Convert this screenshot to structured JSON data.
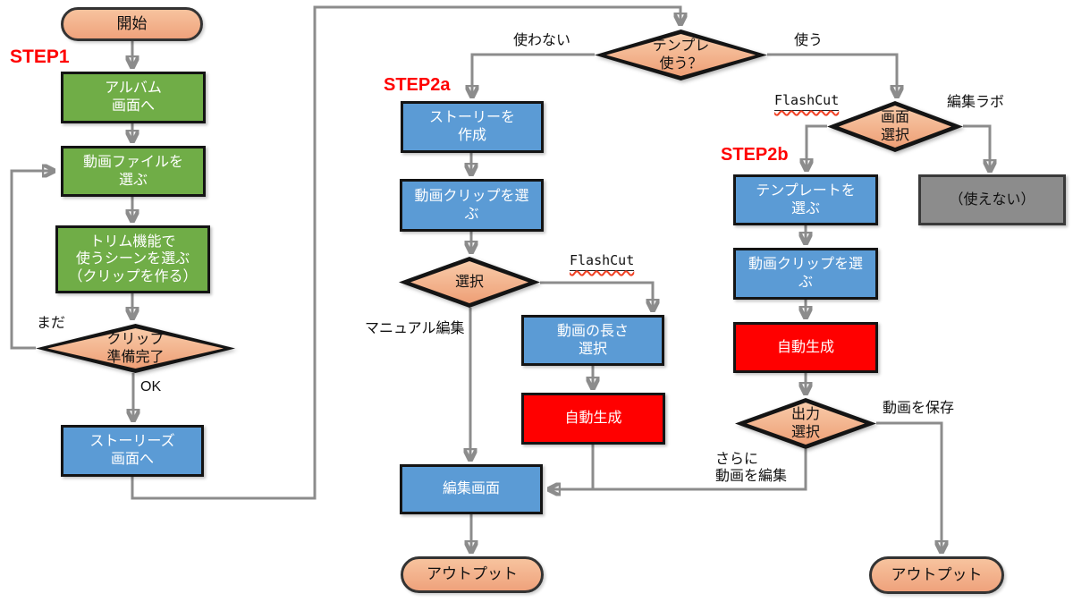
{
  "steps": {
    "step1": "STEP1",
    "step2a": "STEP2a",
    "step2b": "STEP2b"
  },
  "nodes": {
    "start": "開始",
    "album_screen": "アルバム\n画面へ",
    "pick_video_file": "動画ファイルを\n選ぶ",
    "trim_scene": "トリム機能で\n使うシーンを選ぶ\n（クリップを作る）",
    "clip_ready": "クリップ\n準備完了",
    "stories_screen": "ストーリーズ\n画面へ",
    "use_template": "テンプレ\n使う？",
    "create_story": "ストーリーを\n作成",
    "pick_clip_2a": "動画クリップを選\nぶ",
    "select_decision": "選択",
    "video_length": "動画の長さ\n選択",
    "auto_generate_2a": "自動生成",
    "edit_screen": "編集画面",
    "output_left": "アウトプット",
    "screen_select": "画面\n選択",
    "pick_template": "テンプレートを\n選ぶ",
    "not_usable": "（使えない）",
    "pick_clip_2b": "動画クリップを選\nぶ",
    "auto_generate_2b": "自動生成",
    "output_select": "出力\n選択",
    "output_right": "アウトプット"
  },
  "edge_labels": {
    "not_yet": "まだ",
    "ok": "OK",
    "dont_use": "使わない",
    "use": "使う",
    "flashcut_2a": "FlashCut",
    "manual_edit": "マニュアル編集",
    "flashcut_2b": "FlashCut",
    "edit_lab": "編集ラボ",
    "save_video": "動画を保存",
    "edit_more": "さらに\n動画を編集"
  },
  "colors": {
    "green_box": "#70AD47",
    "blue_box": "#5B9BD5",
    "red_box": "#FF0000",
    "gray_box": "#8C8C8C",
    "salmon": "#F4B183",
    "connector": "#8C8C8C",
    "step_label": "#FF0000"
  }
}
